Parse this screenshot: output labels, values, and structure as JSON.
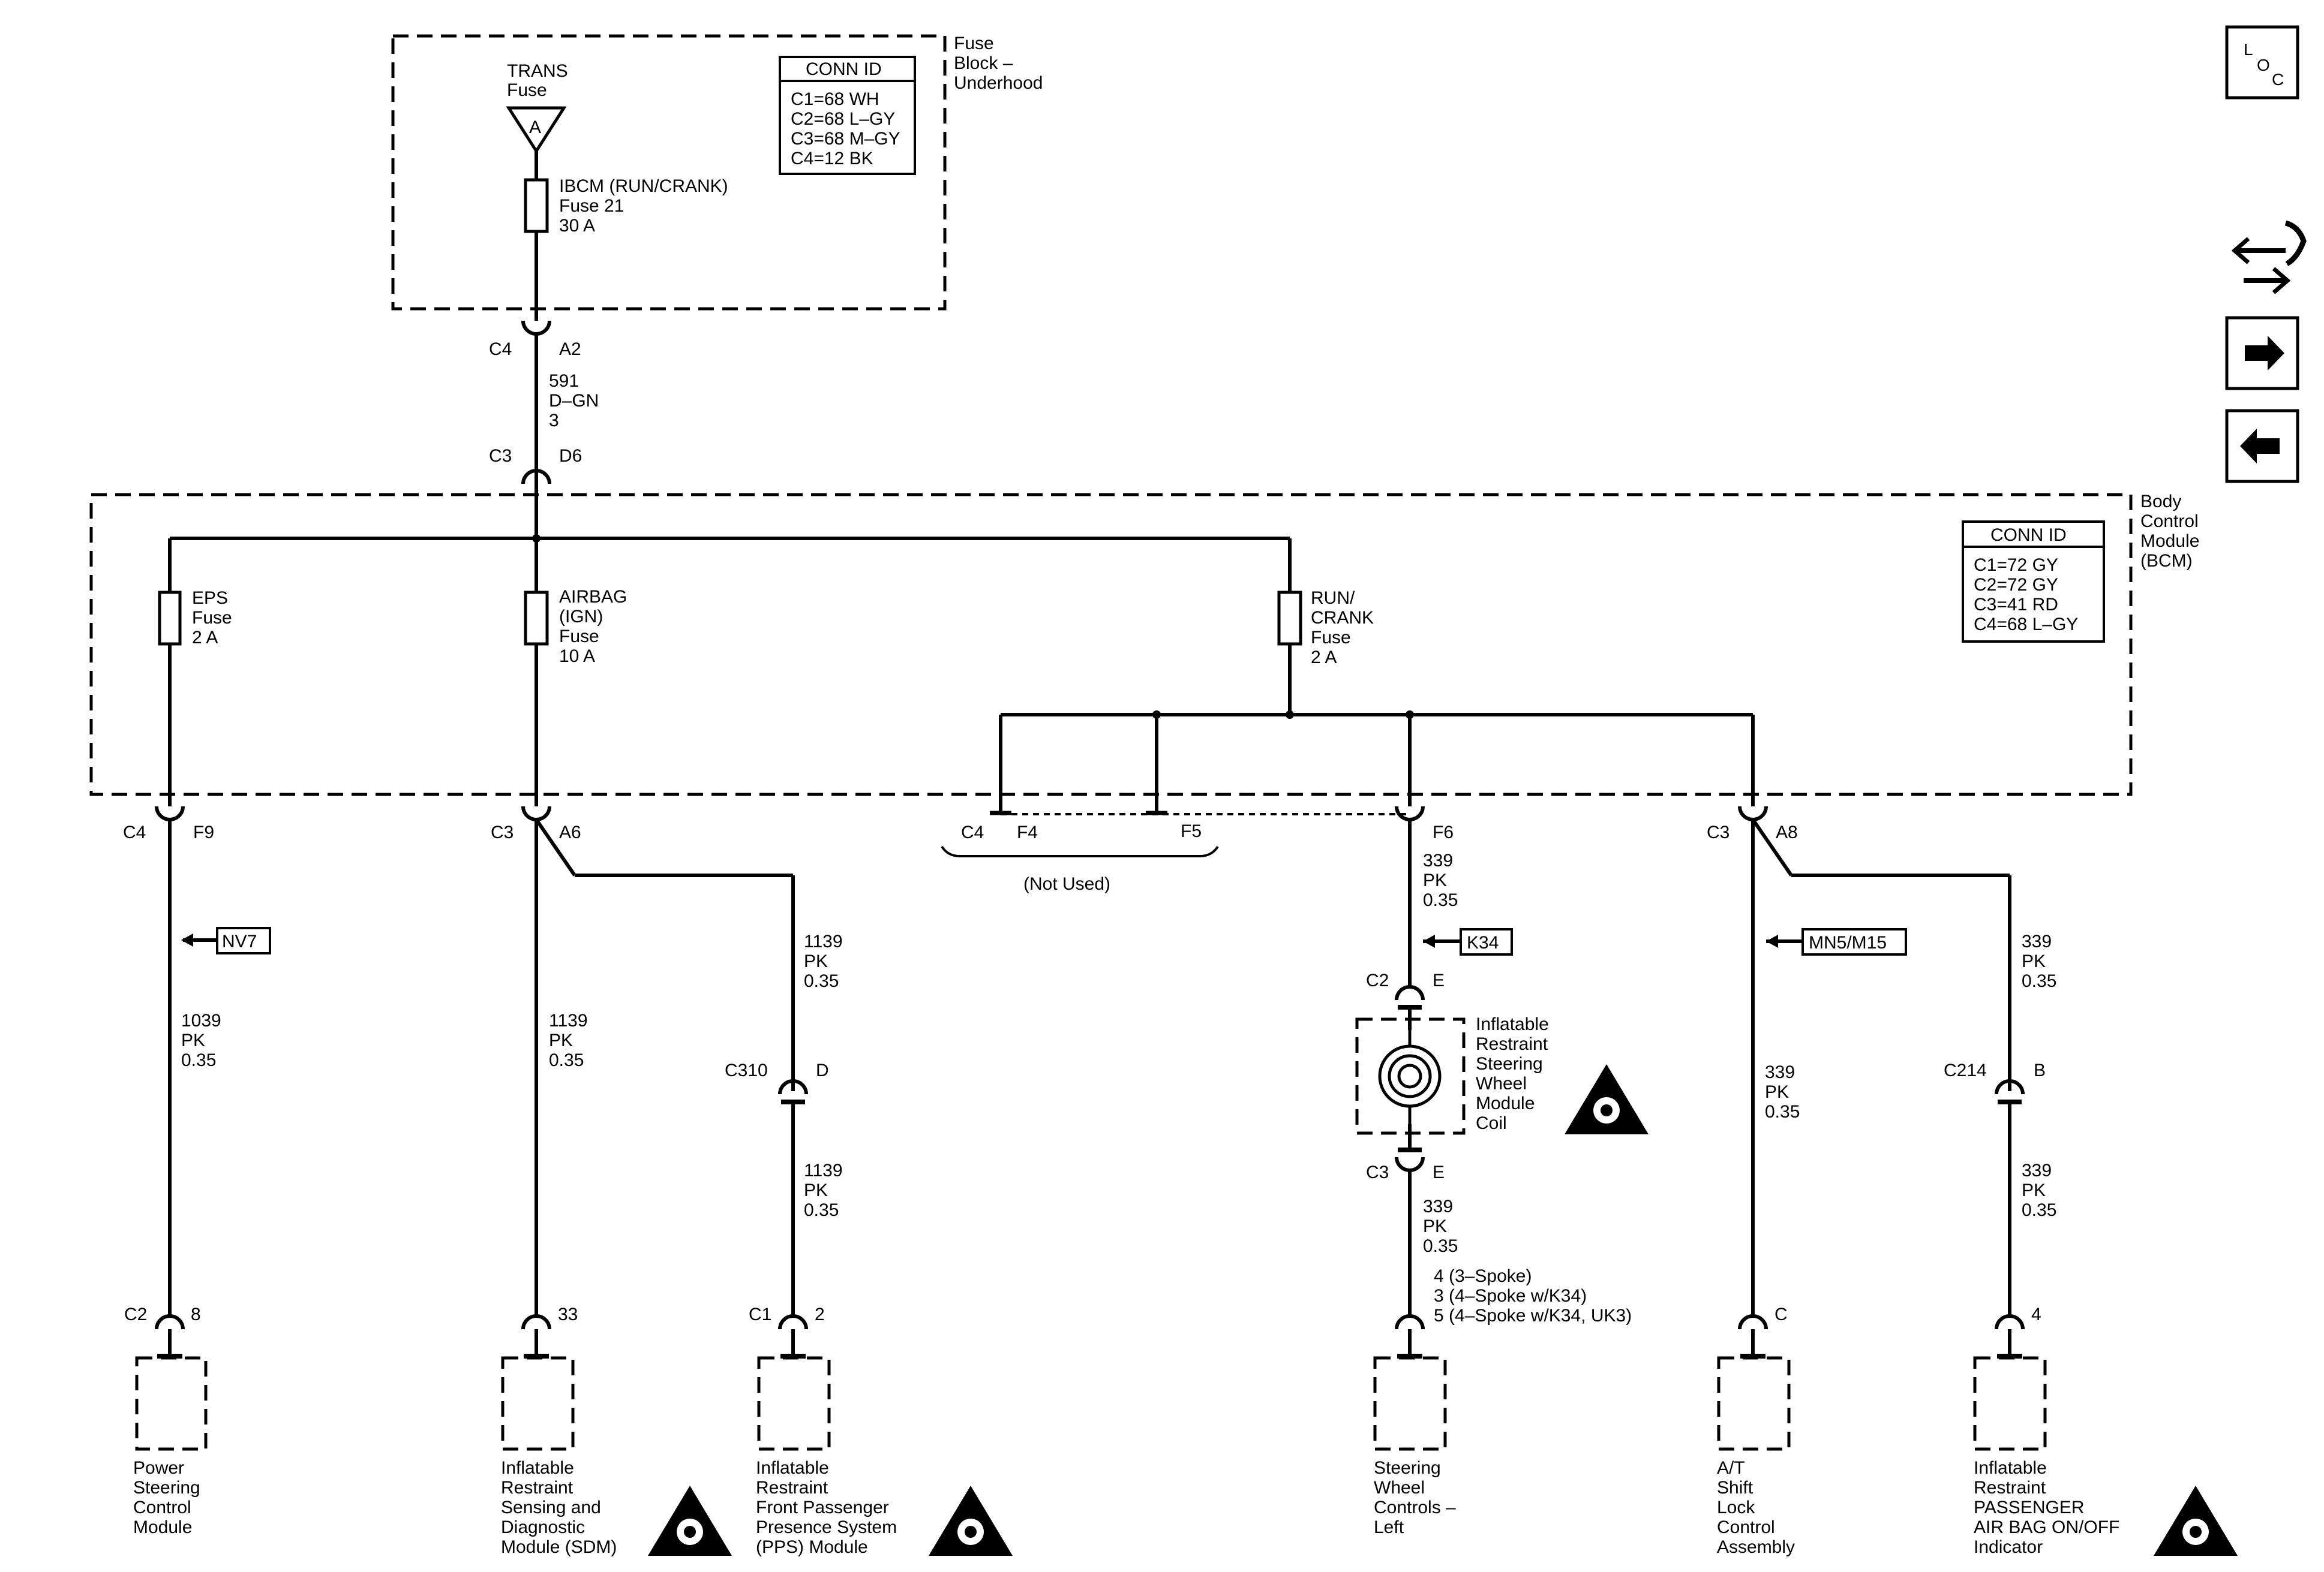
{
  "fuse_block": {
    "title": [
      "Fuse",
      "Block –",
      "Underhood"
    ],
    "source": [
      "TRANS",
      "Fuse"
    ],
    "source_pin": "A",
    "fuse": [
      "IBCM (RUN/CRANK)",
      "Fuse 21",
      "30 A"
    ],
    "conn_id": {
      "title": "CONN ID",
      "rows": [
        "C1=68 WH",
        "C2=68 L–GY",
        "C3=68 M–GY",
        "C4=12 BK"
      ]
    }
  },
  "feed": {
    "conn_top": {
      "conn": "C4",
      "pin": "A2"
    },
    "wire": [
      "591",
      "D–GN",
      "3"
    ],
    "conn_bottom": {
      "conn": "C3",
      "pin": "D6"
    }
  },
  "bcm": {
    "title": [
      "Body",
      "Control",
      "Module",
      "(BCM)"
    ],
    "conn_id": {
      "title": "CONN ID",
      "rows": [
        "C1=72 GY",
        "C2=72 GY",
        "C3=41 RD",
        "C4=68 L–GY"
      ]
    },
    "fuse_eps": [
      "EPS",
      "Fuse",
      "2 A"
    ],
    "fuse_airbag": [
      "AIRBAG",
      "(IGN)",
      "Fuse",
      "10 A"
    ],
    "fuse_run": [
      "RUN/",
      "CRANK",
      "Fuse",
      "2 A"
    ]
  },
  "branches": {
    "eps": {
      "conn": "C4",
      "pin": "F9",
      "option": "NV7",
      "wire": [
        "1039",
        "PK",
        "0.35"
      ],
      "end_conn": "C2",
      "end_pin": "8",
      "component": [
        "Power",
        "Steering",
        "Control",
        "Module"
      ]
    },
    "sdm": {
      "conn": "C3",
      "pin": "A6",
      "wire": [
        "1139",
        "PK",
        "0.35"
      ],
      "end_pin": "33",
      "component": [
        "Inflatable",
        "Restraint",
        "Sensing and",
        "Diagnostic",
        "Module (SDM)"
      ]
    },
    "pps": {
      "wire_top": [
        "1139",
        "PK",
        "0.35"
      ],
      "inline_conn": "C310",
      "inline_pin": "D",
      "wire_bottom": [
        "1139",
        "PK",
        "0.35"
      ],
      "end_conn": "C1",
      "end_pin": "2",
      "component": [
        "Inflatable",
        "Restraint",
        "Front Passenger",
        "Presence System",
        "(PPS) Module"
      ]
    },
    "not_used": {
      "conn": "C4",
      "pin1": "F4",
      "pin2": "F5",
      "label": "(Not Used)"
    },
    "swc": {
      "pin": "F6",
      "wire_top": [
        "339",
        "PK",
        "0.35"
      ],
      "option": "K34",
      "coil_top_conn": "C2",
      "coil_top_pin": "E",
      "coil": [
        "Inflatable",
        "Restraint",
        "Steering",
        "Wheel",
        "Module",
        "Coil"
      ],
      "coil_bottom_conn": "C3",
      "coil_bottom_pin": "E",
      "wire_bottom": [
        "339",
        "PK",
        "0.35"
      ],
      "end_pins": [
        "4 (3–Spoke)",
        "3 (4–Spoke w/K34)",
        "5 (4–Spoke w/K34, UK3)"
      ],
      "component": [
        "Steering",
        "Wheel",
        "Controls –",
        "Left"
      ]
    },
    "shift_lock": {
      "conn": "C3",
      "pin": "A8",
      "option": "MN5/M15",
      "wire": [
        "339",
        "PK",
        "0.35"
      ],
      "end_pin": "C",
      "component": [
        "A/T",
        "Shift",
        "Lock",
        "Control",
        "Assembly"
      ]
    },
    "pass_airbag": {
      "wire_top": [
        "339",
        "PK",
        "0.35"
      ],
      "inline_conn": "C214",
      "inline_pin": "B",
      "wire_bottom": [
        "339",
        "PK",
        "0.35"
      ],
      "end_pin": "4",
      "component": [
        "Inflatable",
        "Restraint",
        "PASSENGER",
        "AIR BAG ON/OFF",
        "Indicator"
      ]
    }
  },
  "nav": {
    "loc_letters": [
      "L",
      "O",
      "C"
    ],
    "icons": [
      "loc-icon",
      "connector-swap-icon",
      "next-arrow-icon",
      "previous-arrow-icon"
    ]
  }
}
